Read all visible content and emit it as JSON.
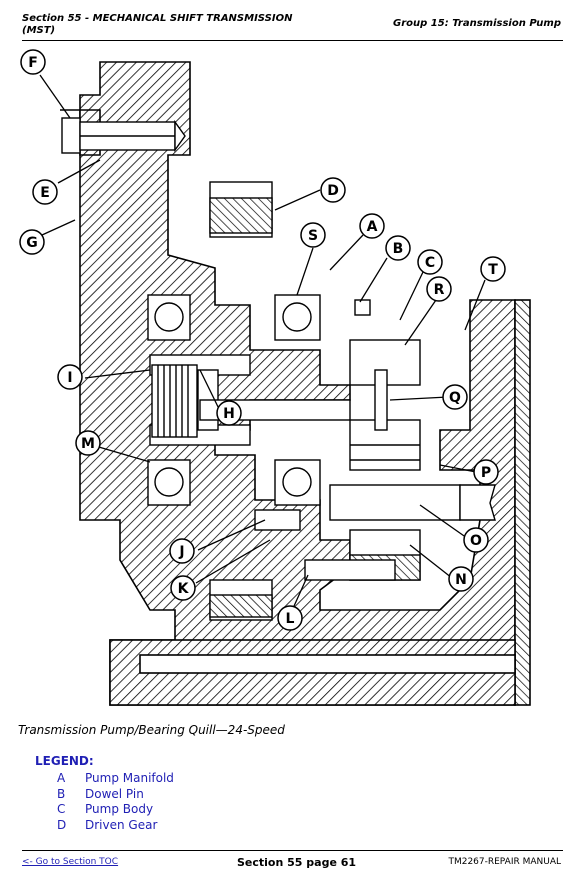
{
  "header": {
    "section": "Section 55 - MECHANICAL SHIFT TRANSMISSION (MST)",
    "group": "Group 15: Transmission Pump"
  },
  "figure": {
    "callouts": [
      "F",
      "E",
      "G",
      "D",
      "S",
      "A",
      "B",
      "C",
      "R",
      "T",
      "I",
      "H",
      "Q",
      "M",
      "P",
      "O",
      "J",
      "K",
      "N",
      "L"
    ],
    "caption": "Transmission Pump/Bearing Quill—24-Speed"
  },
  "legend": {
    "title": "LEGEND:",
    "items": [
      {
        "key": "A",
        "label": "Pump Manifold"
      },
      {
        "key": "B",
        "label": "Dowel Pin"
      },
      {
        "key": "C",
        "label": "Pump Body"
      },
      {
        "key": "D",
        "label": "Driven Gear"
      }
    ]
  },
  "footer": {
    "toc_link": "<- Go to Section TOC",
    "page": "Section 55 page 61",
    "manual": "TM2267-REPAIR MANUAL"
  }
}
